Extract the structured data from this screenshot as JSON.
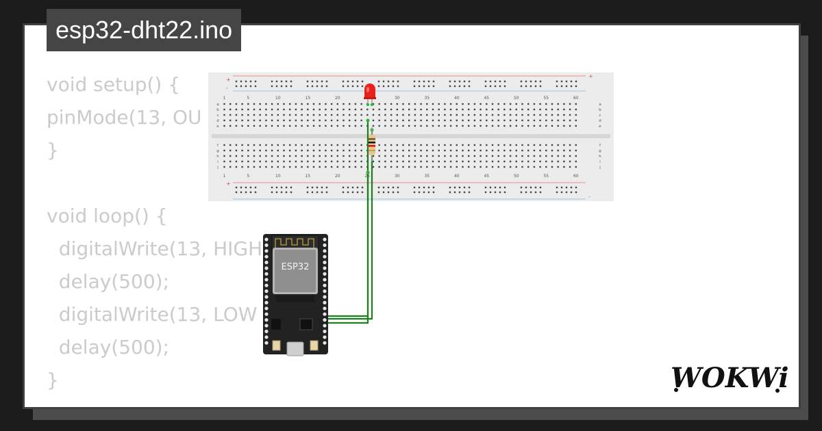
{
  "window": {
    "title": "esp32-dht22.ino"
  },
  "code": {
    "lines": [
      "void setup() {",
      "pinMode(13, OU",
      "}",
      "",
      "void loop() {",
      "  digitalWrite(13, HIGH",
      "  delay(500);",
      "  digitalWrite(13, LOW",
      "  delay(500);",
      "}"
    ]
  },
  "breadboard": {
    "column_numbers": [
      "1",
      "5",
      "10",
      "15",
      "20",
      "25",
      "30",
      "35",
      "40",
      "45",
      "50",
      "55",
      "60"
    ],
    "top_row_letters": [
      "a",
      "b",
      "c",
      "d",
      "e"
    ],
    "bottom_row_letters": [
      "f",
      "g",
      "h",
      "i",
      "j"
    ],
    "rail_plus": "+",
    "rail_minus": "-"
  },
  "esp32": {
    "chip_label": "ESP32"
  },
  "brand": {
    "logo_text": "WOKWi"
  },
  "colors": {
    "background": "#1b1b1b",
    "card": "#ffffff",
    "title_tab": "#454545",
    "code_text": "#cbcbcb",
    "breadboard": "#ececec",
    "wire": "#1a7f1a",
    "led": "#e8221b",
    "board": "#222222"
  }
}
